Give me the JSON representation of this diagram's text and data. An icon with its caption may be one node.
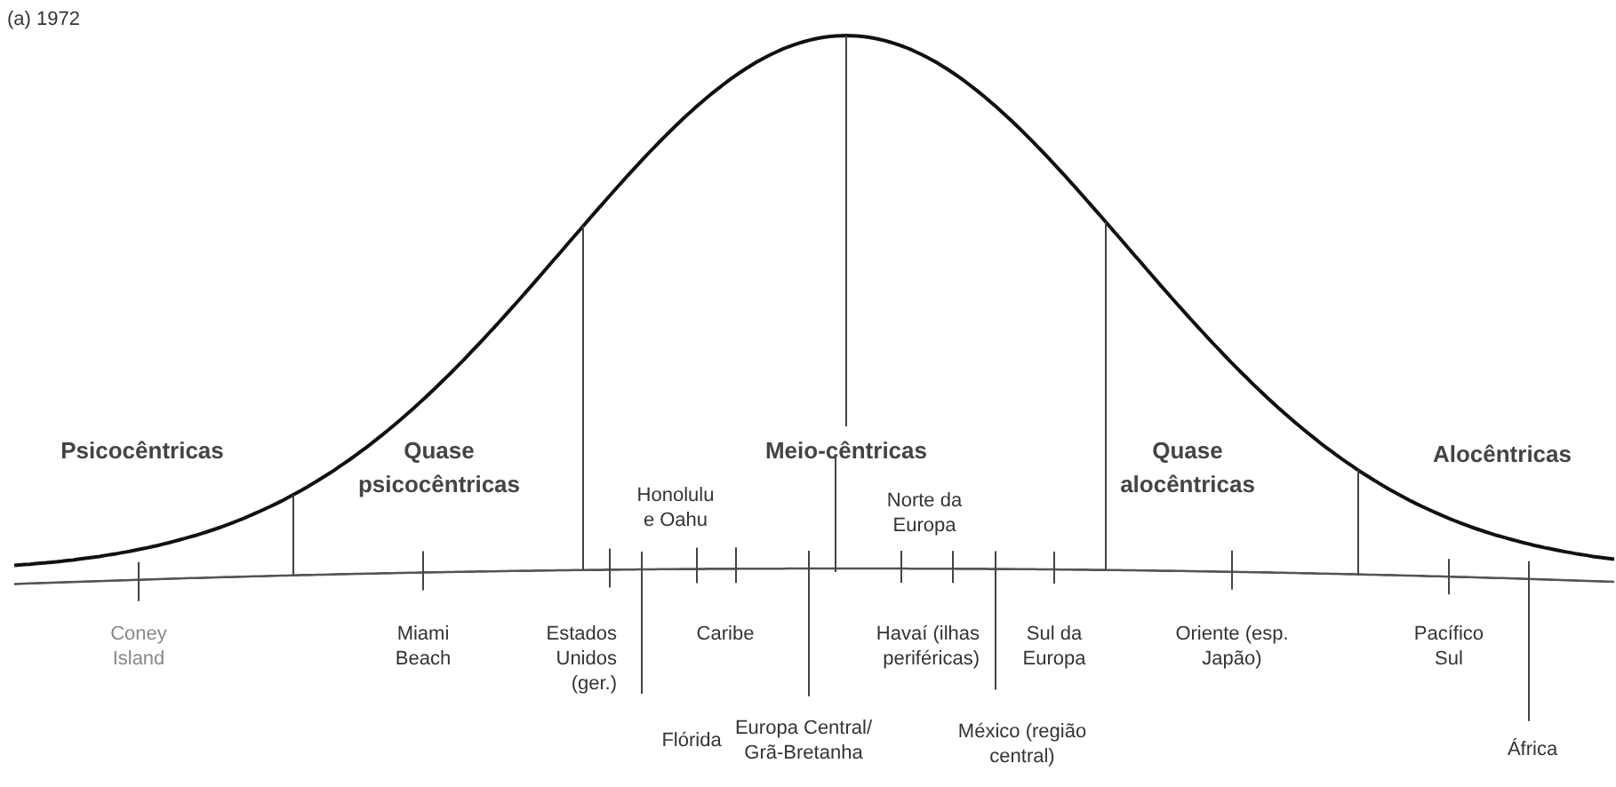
{
  "diagram": {
    "title": "(a) 1972",
    "labels": [
      "Psicocêntricas",
      "Quase psicocêntricas",
      "Meio-cêntricas",
      "Quase alocêntricas",
      "Alocêntricas",
      "Honolulu e Oahu",
      "Norte da Europa",
      "Coney Island",
      "Miami Beach",
      "Estados Unidos (ger.)",
      "Caribe",
      "Havaí (ilhas periféricas)",
      "Sul da Europa",
      "Oriente (esp. Japão)",
      "Pacífico Sul",
      "Flórida",
      "Europa Central/ Grã-Bretanha",
      "México (região central)",
      "África"
    ]
  }
}
